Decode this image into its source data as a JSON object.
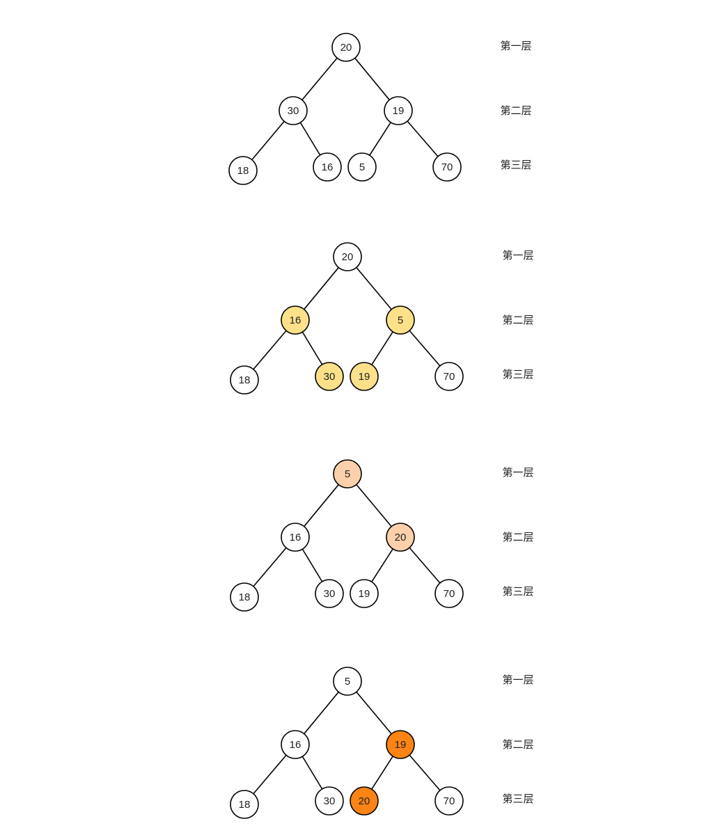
{
  "colors": {
    "normal": "#ffffff",
    "swap_yellow": "#fde08a",
    "swap_peach": "#fcd0aa",
    "swap_orange": "#fb8414"
  },
  "trees": [
    {
      "nodes": [
        {
          "value": "20",
          "color": "normal"
        },
        {
          "value": "30",
          "color": "normal"
        },
        {
          "value": "19",
          "color": "normal"
        },
        {
          "value": "18",
          "color": "normal"
        },
        {
          "value": "16",
          "color": "normal"
        },
        {
          "value": "5",
          "color": "normal"
        },
        {
          "value": "70",
          "color": "normal"
        }
      ],
      "levels": [
        "第一层",
        "第二层",
        "第三层"
      ]
    },
    {
      "nodes": [
        {
          "value": "20",
          "color": "normal"
        },
        {
          "value": "16",
          "color": "swap_yellow"
        },
        {
          "value": "5",
          "color": "swap_yellow"
        },
        {
          "value": "18",
          "color": "normal"
        },
        {
          "value": "30",
          "color": "swap_yellow"
        },
        {
          "value": "19",
          "color": "swap_yellow"
        },
        {
          "value": "70",
          "color": "normal"
        }
      ],
      "levels": [
        "第一层",
        "第二层",
        "第三层"
      ]
    },
    {
      "nodes": [
        {
          "value": "5",
          "color": "swap_peach"
        },
        {
          "value": "16",
          "color": "normal"
        },
        {
          "value": "20",
          "color": "swap_peach"
        },
        {
          "value": "18",
          "color": "normal"
        },
        {
          "value": "30",
          "color": "normal"
        },
        {
          "value": "19",
          "color": "normal"
        },
        {
          "value": "70",
          "color": "normal"
        }
      ],
      "levels": [
        "第一层",
        "第二层",
        "第三层"
      ]
    },
    {
      "nodes": [
        {
          "value": "5",
          "color": "normal"
        },
        {
          "value": "16",
          "color": "normal"
        },
        {
          "value": "19",
          "color": "swap_orange"
        },
        {
          "value": "18",
          "color": "normal"
        },
        {
          "value": "30",
          "color": "normal"
        },
        {
          "value": "20",
          "color": "swap_orange"
        },
        {
          "value": "70",
          "color": "normal"
        }
      ],
      "levels": [
        "第一层",
        "第二层",
        "第三层"
      ]
    }
  ]
}
